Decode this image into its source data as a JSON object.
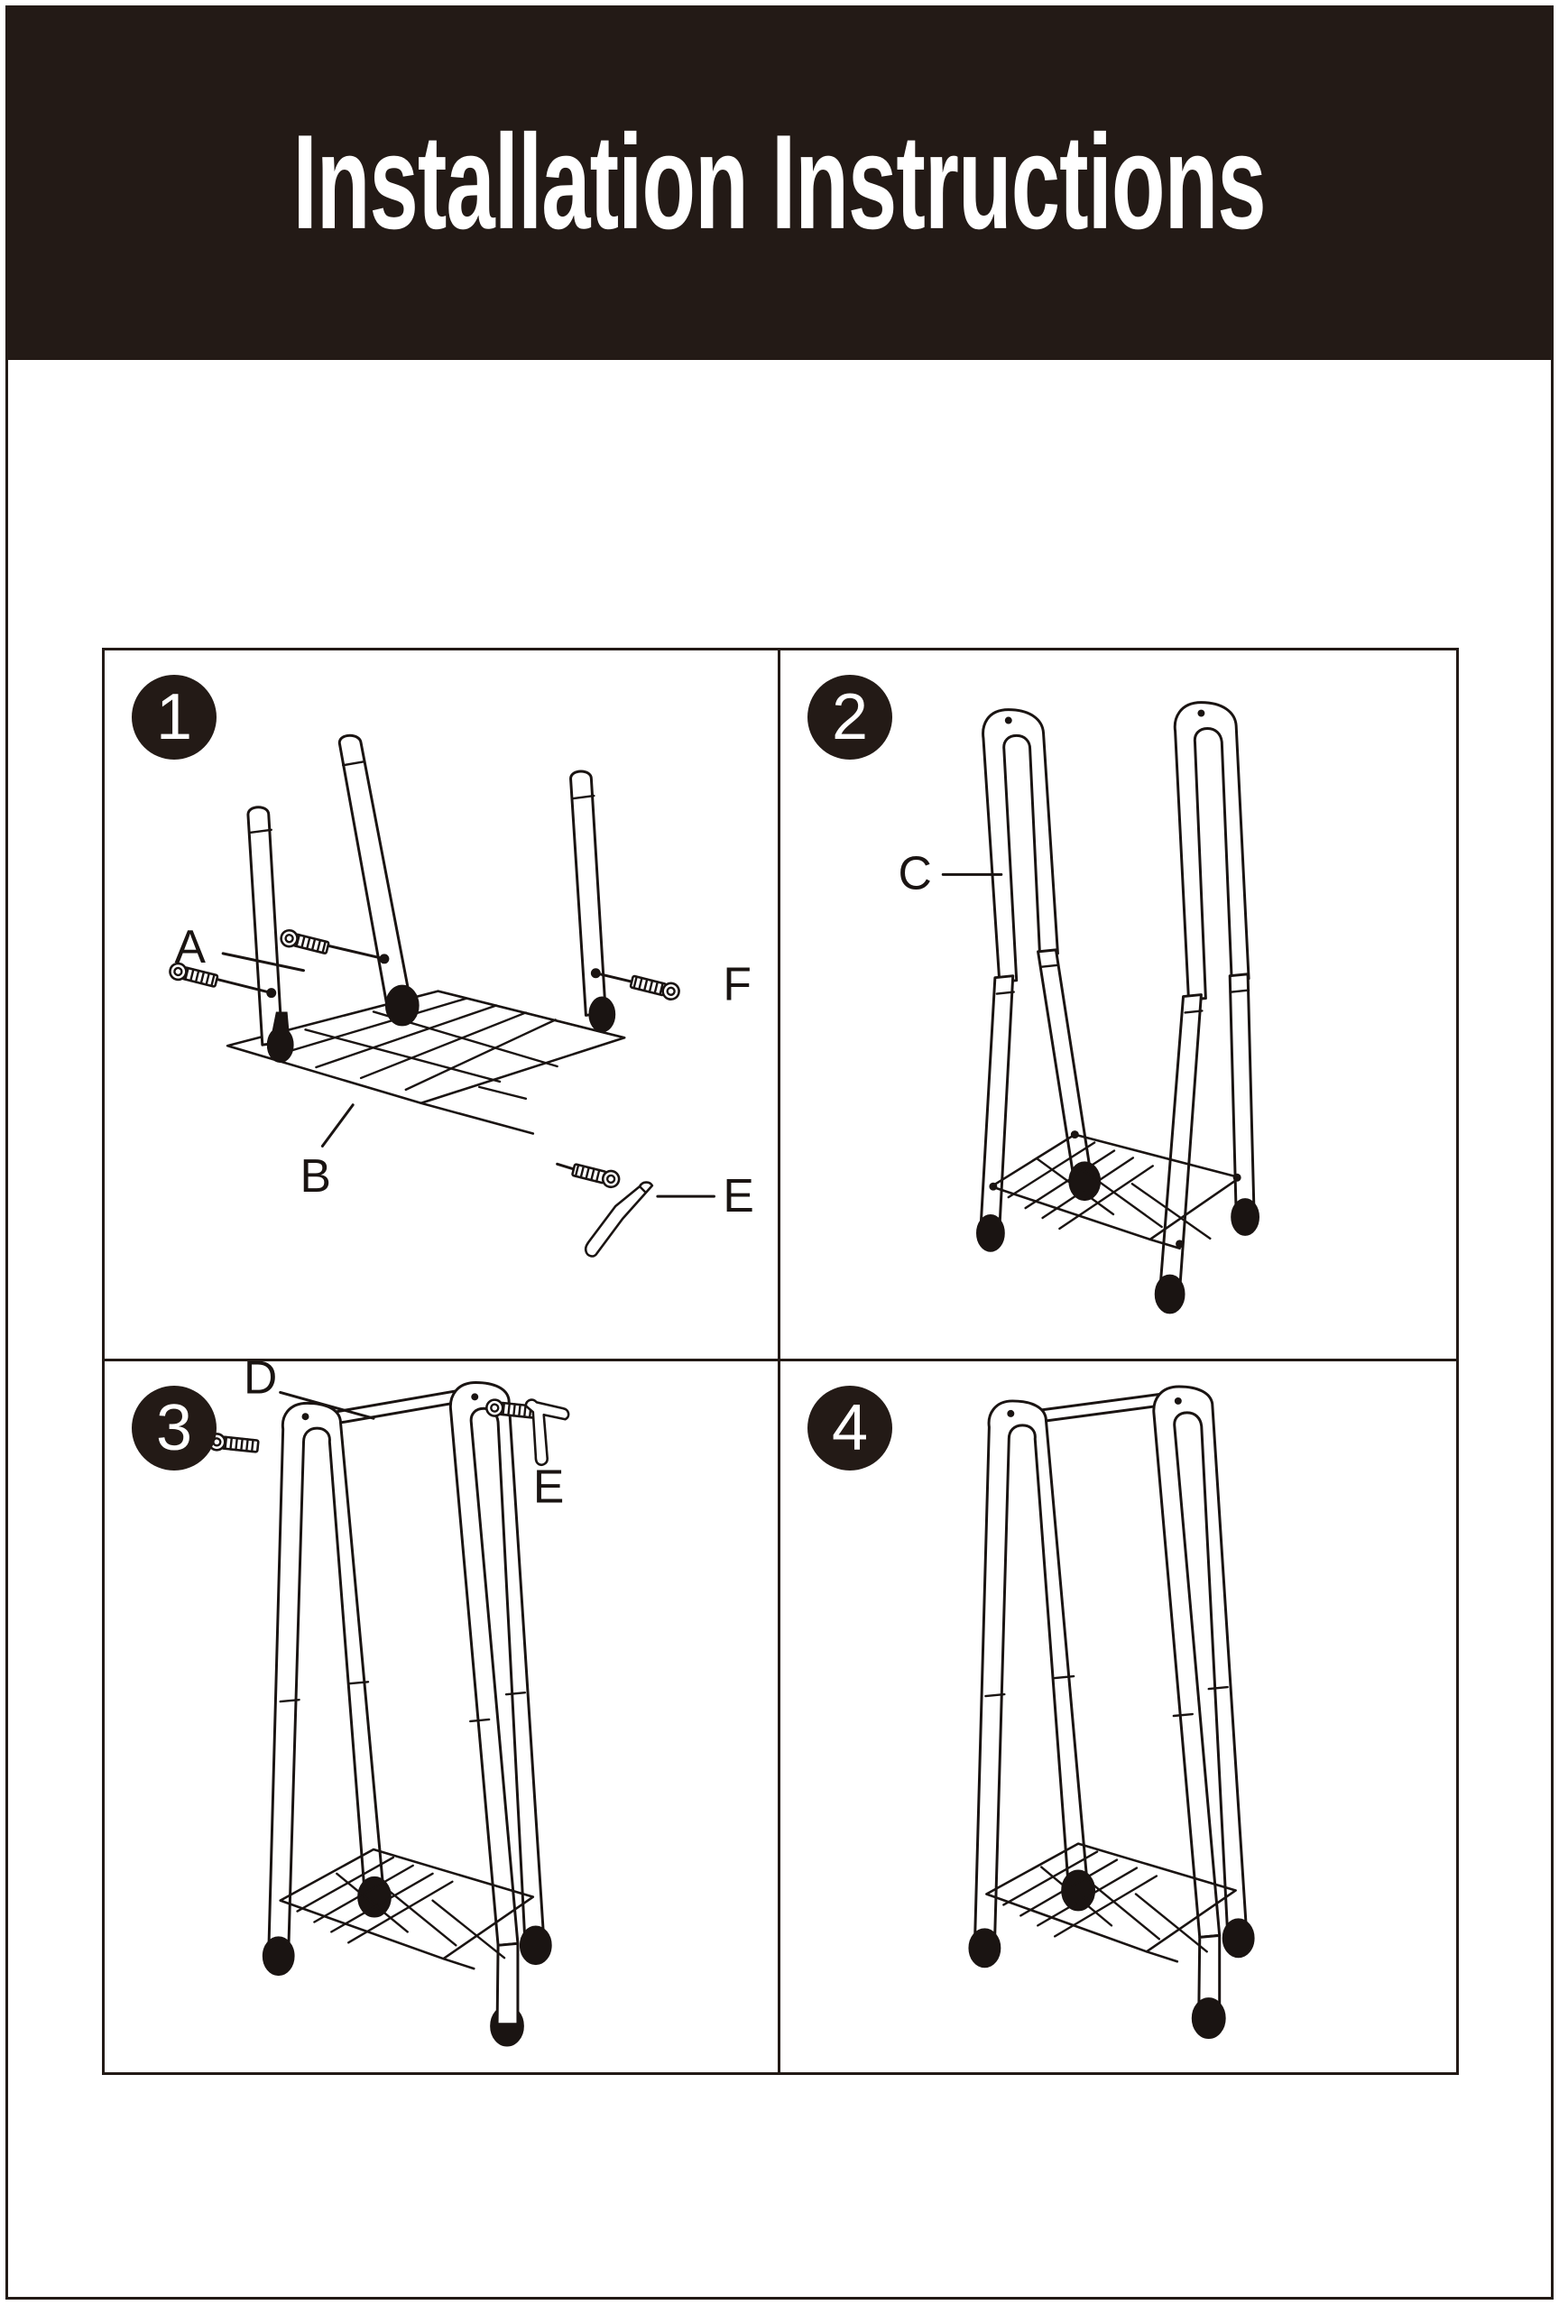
{
  "document": {
    "title": "Installation Instructions",
    "header_bg": "#231a16",
    "header_text_color": "#ffffff",
    "page_bg": "#ffffff",
    "line_color": "#1a1412"
  },
  "steps": [
    {
      "number": "1",
      "badge": "1",
      "name": "attach-legs-to-shelf",
      "labels": [
        {
          "id": "A",
          "text": "A",
          "target": "leg-tube"
        },
        {
          "id": "B",
          "text": "B",
          "target": "wire-shelf"
        },
        {
          "id": "E",
          "text": "E",
          "target": "hex-key"
        },
        {
          "id": "F",
          "text": "F",
          "target": "screw"
        }
      ],
      "parts": [
        "leg-tube",
        "wire-shelf",
        "screw",
        "hex-key"
      ]
    },
    {
      "number": "2",
      "badge": "2",
      "name": "attach-upper-arch-tubes",
      "labels": [
        {
          "id": "C",
          "text": "C",
          "target": "arch-tube"
        }
      ],
      "parts": [
        "arch-tube",
        "leg-tube",
        "wire-shelf"
      ]
    },
    {
      "number": "3",
      "badge": "3",
      "name": "attach-hanging-rod",
      "labels": [
        {
          "id": "D",
          "text": "D",
          "target": "hanging-rod"
        },
        {
          "id": "E",
          "text": "E",
          "target": "hex-key"
        }
      ],
      "parts": [
        "hanging-rod",
        "screw",
        "hex-key",
        "arch-tube",
        "wire-shelf"
      ]
    },
    {
      "number": "4",
      "badge": "4",
      "name": "finished-assembly",
      "labels": [],
      "parts": [
        "completed-garment-rack"
      ]
    }
  ]
}
